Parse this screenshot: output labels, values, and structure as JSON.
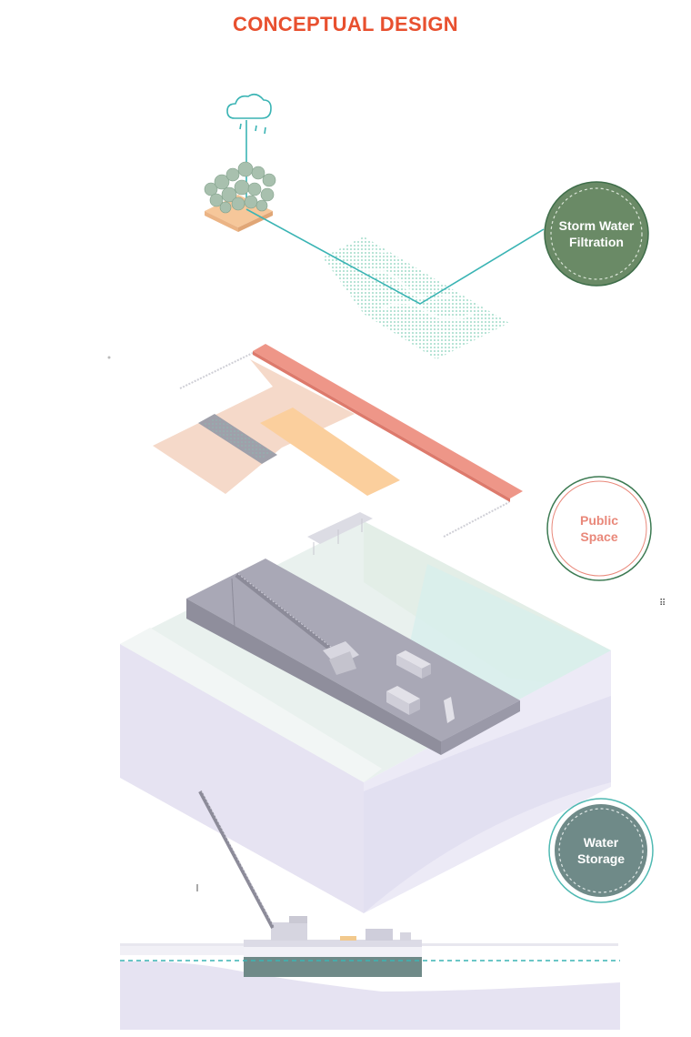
{
  "title": "CONCEPTUAL DESIGN",
  "colors": {
    "title": "#e8502f",
    "storm_fill": "#6a8a66",
    "storm_ring": "#3f6e4a",
    "public_ring": "#3c7a52",
    "public_text": "#e9887a",
    "storage_fill": "#6f8a88",
    "storage_ring": "#4fb9b2",
    "water_line": "#3ab4b4",
    "barge": "#a9a8b6",
    "ground": "#e6e3f2"
  },
  "layers": [
    {
      "id": "storm",
      "label_line1": "Storm Water",
      "label_line2": "Filtration",
      "icon": "rain-cloud-icon"
    },
    {
      "id": "public",
      "label_line1": "Public",
      "label_line2": "Space"
    },
    {
      "id": "storage",
      "label_line1": "Water",
      "label_line2": "Storage"
    }
  ]
}
